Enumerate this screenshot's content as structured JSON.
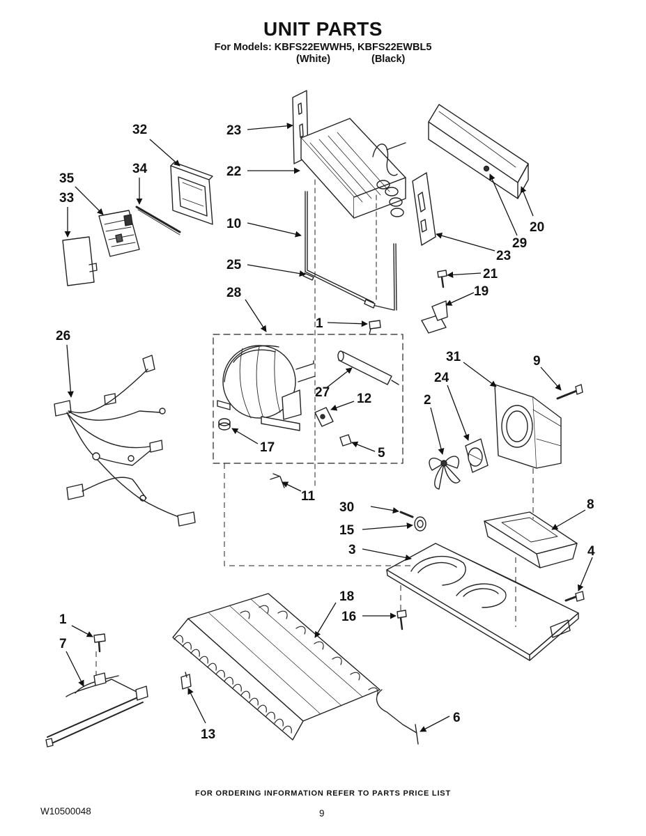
{
  "header": {
    "title": "UNIT PARTS",
    "models_line": "For Models: KBFS22EWWH5, KBFS22EWBL5",
    "variant_white": "(White)",
    "variant_black": "(Black)"
  },
  "callouts": {
    "c32": "32",
    "c34": "34",
    "c35": "35",
    "c33": "33",
    "c23a": "23",
    "c22": "22",
    "c10": "10",
    "c25": "25",
    "c28": "28",
    "c20": "20",
    "c29": "29",
    "c23b": "23",
    "c21": "21",
    "c19": "19",
    "c1a": "1",
    "c26": "26",
    "c27": "27",
    "c12": "12",
    "c17": "17",
    "c5": "5",
    "c31": "31",
    "c9": "9",
    "c24": "24",
    "c2": "2",
    "c11": "11",
    "c30": "30",
    "c15": "15",
    "c3": "3",
    "c8": "8",
    "c4": "4",
    "c18": "18",
    "c16": "16",
    "c1b": "1",
    "c7": "7",
    "c13": "13",
    "c6": "6"
  },
  "footer": {
    "ordering_note": "FOR ORDERING INFORMATION REFER TO PARTS PRICE LIST",
    "doc_number": "W10500048",
    "page_number": "9"
  }
}
